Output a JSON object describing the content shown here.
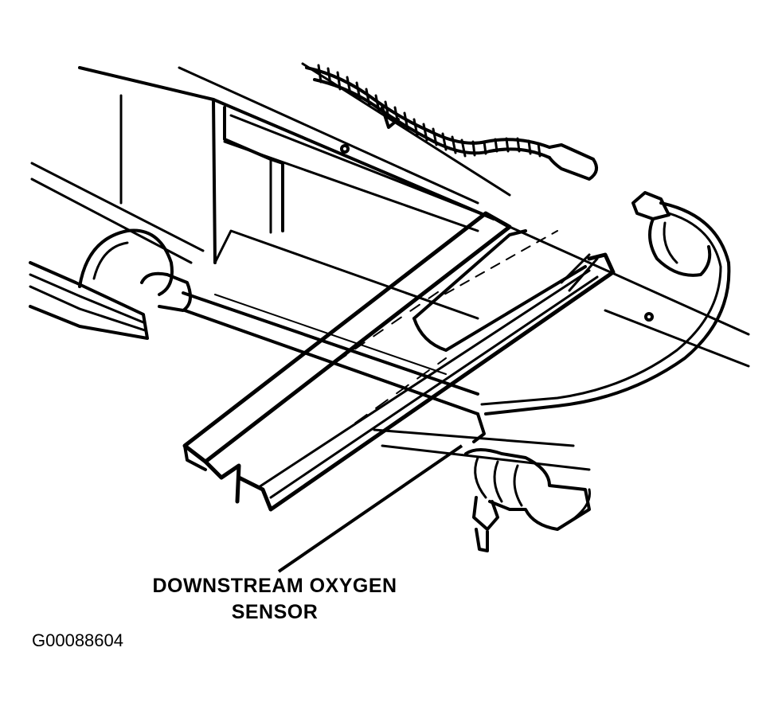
{
  "callout": {
    "line1": "DOWNSTREAM OXYGEN",
    "line2": "SENSOR"
  },
  "figure_id": "G00088604",
  "colors": {
    "ink": "#000000",
    "background": "#ffffff"
  }
}
